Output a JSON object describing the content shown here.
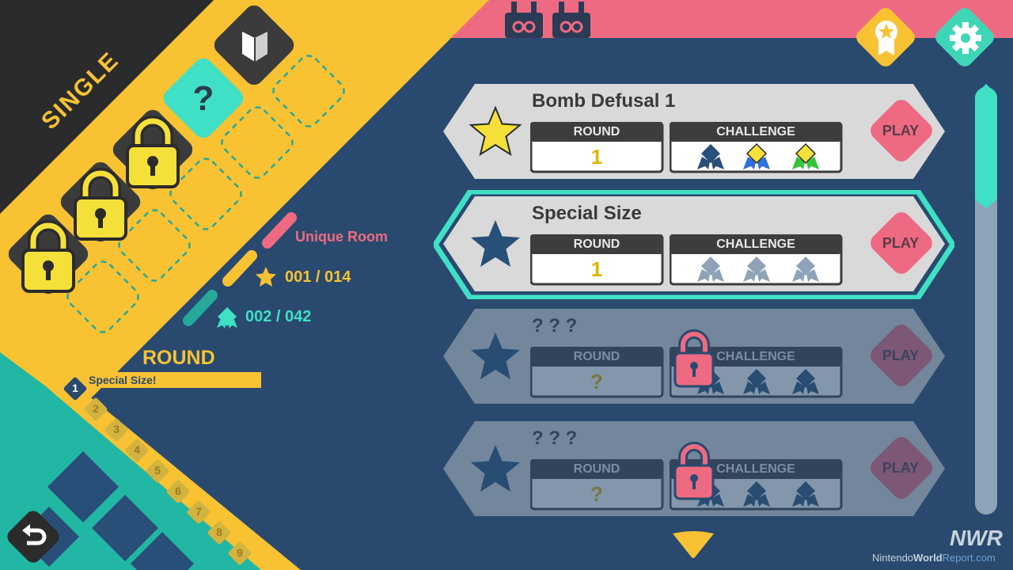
{
  "mode_title": "SINGLE",
  "stats": {
    "unique_room_label": "Unique Room",
    "stars": "001 / 014",
    "challenges": "002 / 042"
  },
  "round_panel": {
    "heading": "ROUND",
    "selected_number": "1",
    "selected_label": "Special Size!",
    "numbers": [
      "2",
      "3",
      "4",
      "5",
      "6",
      "7",
      "8",
      "9"
    ]
  },
  "stages": [
    {
      "title": "Bomb Defusal 1",
      "round_label": "ROUND",
      "round_value": "1",
      "challenge_label": "CHALLENGE",
      "play_label": "PLAY",
      "star": "gold-star",
      "locked": false,
      "selected": false
    },
    {
      "title": "Special Size",
      "round_label": "ROUND",
      "round_value": "1",
      "challenge_label": "CHALLENGE",
      "play_label": "PLAY",
      "star": "navy-star",
      "locked": false,
      "selected": true
    },
    {
      "title": "? ? ?",
      "round_label": "ROUND",
      "round_value": "?",
      "challenge_label": "CHALLENGE",
      "play_label": "PLAY",
      "star": "navy-star",
      "locked": true,
      "selected": false
    },
    {
      "title": "? ? ?",
      "round_label": "ROUND",
      "round_value": "?",
      "challenge_label": "CHALLENGE",
      "play_label": "PLAY",
      "star": "navy-star",
      "locked": true,
      "selected": false
    }
  ],
  "watermark": {
    "brand": "NWR",
    "site_a": "Nintendo",
    "site_b": "World",
    "site_c": "Report",
    "site_d": ".com"
  },
  "colors": {
    "background": "#294a6e",
    "yellow": "#f8c233",
    "teal": "#3fe0c5",
    "pink": "#ee6a82",
    "dark": "#2b2b2b"
  }
}
